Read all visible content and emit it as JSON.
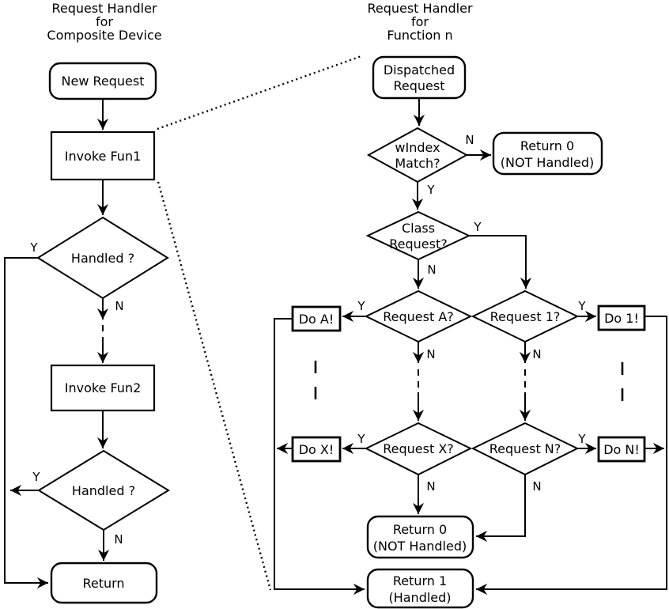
{
  "diagram": {
    "colors": {
      "background": "#ffffff",
      "stroke": "#000000",
      "text": "#000000"
    },
    "labels": {
      "yes": "Y",
      "no": "N"
    },
    "left_chart": {
      "title_line1": "Request Handler",
      "title_line2": "for",
      "title_line3": "Composite Device",
      "nodes": {
        "new_request": "New Request",
        "invoke_fun1": "Invoke Fun1",
        "handled_1": "Handled ?",
        "invoke_fun2": "Invoke Fun2",
        "handled_2": "Handled ?",
        "return": "Return"
      }
    },
    "right_chart": {
      "title_line1": "Request Handler",
      "title_line2": "for",
      "title_line3": "Function n",
      "nodes": {
        "dispatched_line1": "Dispatched",
        "dispatched_line2": "Request",
        "windex_line1": "wIndex",
        "windex_line2": "Match?",
        "return0_top_line1": "Return 0",
        "return0_top_line2": "(NOT Handled)",
        "class_line1": "Class",
        "class_line2": "Request?",
        "request_a": "Request A?",
        "request_1": "Request 1?",
        "do_a": "Do A!",
        "do_1": "Do 1!",
        "request_x": "Request X?",
        "request_n": "Request N?",
        "do_x": "Do X!",
        "do_n": "Do N!",
        "return0_bottom_line1": "Return 0",
        "return0_bottom_line2": "(NOT Handled)",
        "return1_line1": "Return 1",
        "return1_line2": "(Handled)"
      }
    }
  }
}
